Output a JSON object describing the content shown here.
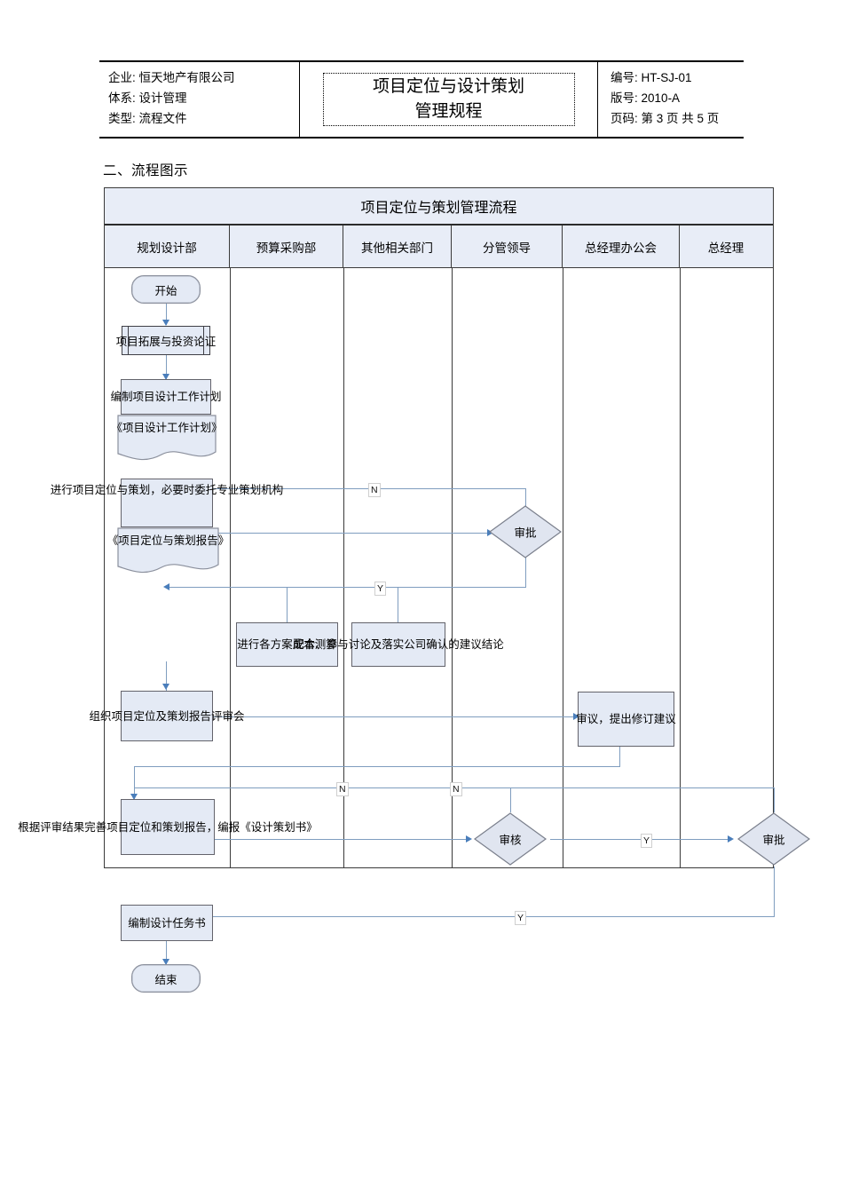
{
  "header": {
    "left_rows": [
      {
        "label": "企业:",
        "value": "恒天地产有限公司"
      },
      {
        "label": "体系:",
        "value": "设计管理"
      },
      {
        "label": "类型:",
        "value": "流程文件"
      }
    ],
    "title_line1": "项目定位与设计策划",
    "title_line2": "管理规程",
    "right_rows": [
      {
        "label": "编号:",
        "value": "HT-SJ-01"
      },
      {
        "label": "版号:",
        "value": "2010-A"
      },
      {
        "label": "页码:",
        "value": "第  3 页  共 5 页"
      }
    ]
  },
  "section": {
    "heading": "二、流程图示"
  },
  "flow": {
    "title": "项目定位与策划管理流程",
    "columns": [
      {
        "label": "规划设计部"
      },
      {
        "label": "预算采购部"
      },
      {
        "label": "其他相关部门"
      },
      {
        "label": "分管领导"
      },
      {
        "label": "总经理办公会"
      },
      {
        "label": "总经理"
      }
    ],
    "nodes": {
      "start": "开始",
      "n_invest": "项目拓展与投资论证",
      "n_plan": "编制项目设计工作计划",
      "doc_plan": "《项目设计工作计划》",
      "n_position": "进行项目定位与策划，必要时委托专业策划机构",
      "doc_report": "《项目定位与策划报告》",
      "n_cost": "进行各方案成本测算",
      "n_cooperate": "配合、参与讨论及落实公司确认的建议结论",
      "n_review_meet": "组织项目定位及策划报告评审会",
      "n_suggest": "审议，提出修订建议",
      "n_refine": "根据评审结果完善项目定位和策划报告，编报《设计策划书》",
      "n_task": "编制设计任务书",
      "end": "结束",
      "d_approve1": "审批",
      "d_check": "审核",
      "d_approve2": "审批"
    },
    "edge_labels": {
      "n1": "N",
      "y1": "Y",
      "n2": "N",
      "n3": "N",
      "y2": "Y",
      "y3": "Y"
    }
  },
  "colors": {
    "shape_fill": "#e4eaf5",
    "shape_stroke": "#63636b",
    "connector": "#7f9dbf",
    "arrow": "#4a7ebb",
    "table_header_fill": "#e8edf7"
  }
}
